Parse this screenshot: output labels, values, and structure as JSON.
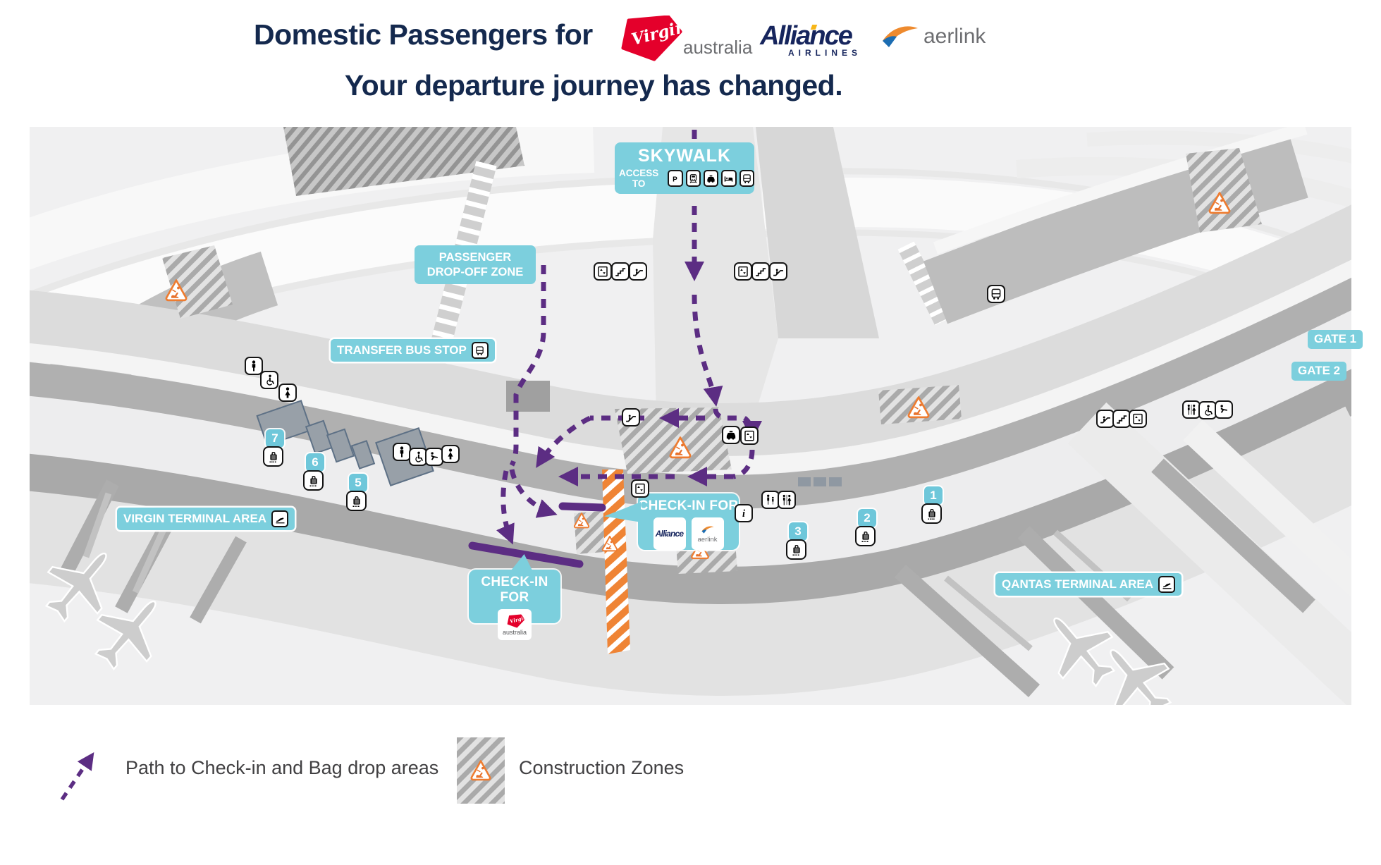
{
  "colors": {
    "accent_blue": "#7ccfdd",
    "path_purple": "#5c2d83",
    "construction_orange": "#ef8435",
    "title_navy": "#14294e",
    "virgin_red": "#e4002b",
    "alliance_navy": "#16255d"
  },
  "header": {
    "title": "Domestic Passengers for",
    "subtitle": "Your departure journey has changed.",
    "logos": {
      "virgin": {
        "script": "Virgin",
        "word": "australia"
      },
      "alliance": {
        "word": "Alliance",
        "sub": "AIRLINES"
      },
      "aerlink": {
        "word": "aerlink"
      }
    }
  },
  "map": {
    "skywalk": {
      "title": "SKYWALK",
      "access": "ACCESS TO",
      "icons": [
        "parking",
        "train",
        "taxi",
        "hotel",
        "bus"
      ]
    },
    "dropoff": {
      "line1": "PASSENGER",
      "line2": "DROP-OFF ZONE"
    },
    "transfer_bus": {
      "label": "TRANSFER BUS STOP"
    },
    "virgin_area": {
      "label": "VIRGIN TERMINAL AREA"
    },
    "qantas_area": {
      "label": "QANTAS TERMINAL AREA"
    },
    "gates": {
      "gate1": "GATE 1",
      "gate2": "GATE 2"
    },
    "checkin_alliance": {
      "title": "CHECK-IN FOR",
      "logo1": "Alliance",
      "logo2": "aerlink"
    },
    "checkin_virgin": {
      "title": "CHECK-IN FOR",
      "logo_script": "Virgin",
      "logo_word": "australia"
    },
    "markers": {
      "m1": "1",
      "m2": "2",
      "m3": "3",
      "m5": "5",
      "m6": "6",
      "m7": "7"
    }
  },
  "legend": {
    "path_label": "Path to Check-in and Bag drop areas",
    "construction_label": "Construction Zones"
  }
}
